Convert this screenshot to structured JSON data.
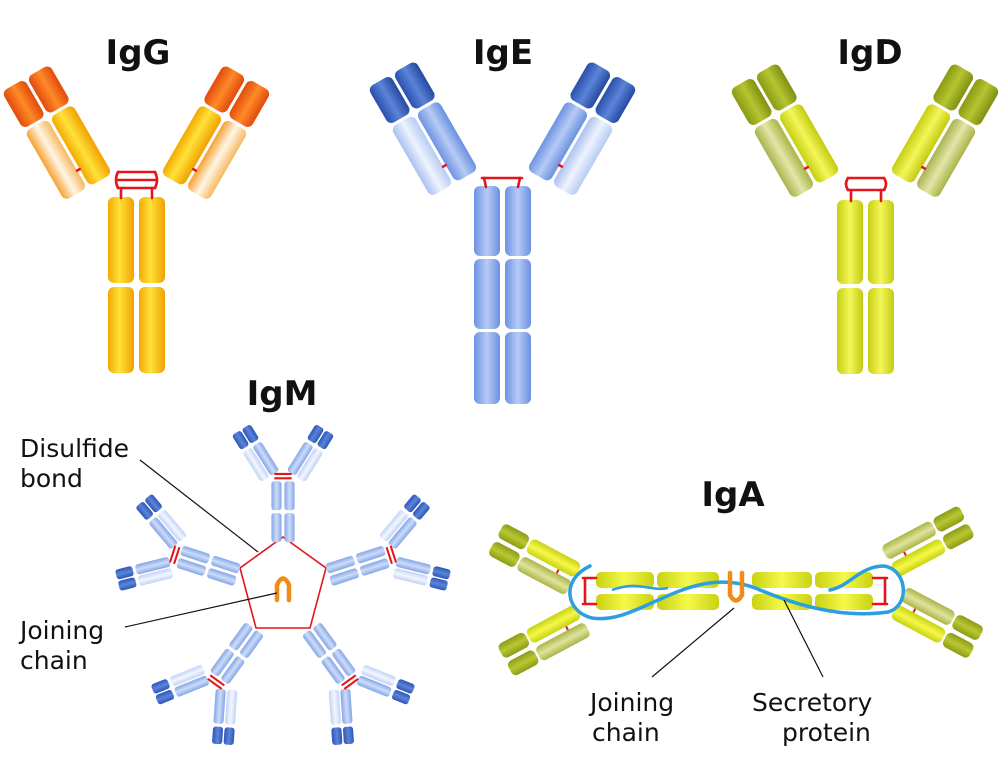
{
  "antibodies": {
    "igg": {
      "title": "IgG"
    },
    "ige": {
      "title": "IgE"
    },
    "igd": {
      "title": "IgD"
    },
    "igm": {
      "title": "IgM",
      "disulfide_label": [
        "Disulfide",
        "bond"
      ],
      "joining_label": [
        "Joining",
        "chain"
      ]
    },
    "iga": {
      "title": "IgA",
      "joining_label": [
        "Joining",
        "chain"
      ],
      "secretory_label": [
        "Secretory",
        "protein"
      ]
    }
  },
  "colors": {
    "igg": {
      "constant": "#ffc21a",
      "variable_top": "#f0661a",
      "light": "#ffd98a",
      "dark": "#e89a00"
    },
    "ige": {
      "constant": "#8fb0ef",
      "variable_top": "#3a64c7",
      "light": "#c8d8f7",
      "dark": "#5a84d9"
    },
    "igd": {
      "constant": "#dde21d",
      "variable_top": "#9aae1c",
      "light": "#c8d078",
      "dark": "#aab81e"
    },
    "bond": "#e3161b",
    "joining_chain": "#f08a18",
    "secretory_protein": "#2d9ee0"
  }
}
